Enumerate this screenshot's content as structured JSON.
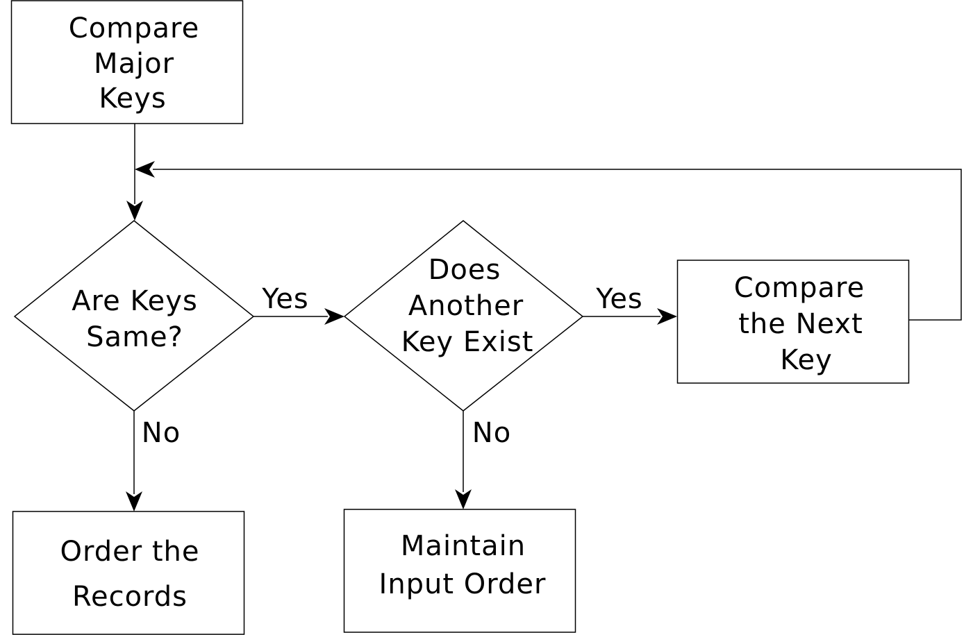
{
  "nodes": {
    "compare_major_keys": [
      "Compare",
      "Major",
      "Keys"
    ],
    "are_keys_same": [
      "Are Keys",
      "Same?"
    ],
    "another_key_exists": [
      "Does",
      "Another",
      "Key Exist"
    ],
    "compare_next_key": [
      "Compare",
      "the Next",
      "Key"
    ],
    "order_records": [
      "Order the",
      "Records"
    ],
    "maintain_input_order": [
      "Maintain",
      "Input Order"
    ]
  },
  "edges": {
    "same_yes": "Yes",
    "same_no": "No",
    "exists_yes": "Yes",
    "exists_no": "No"
  }
}
